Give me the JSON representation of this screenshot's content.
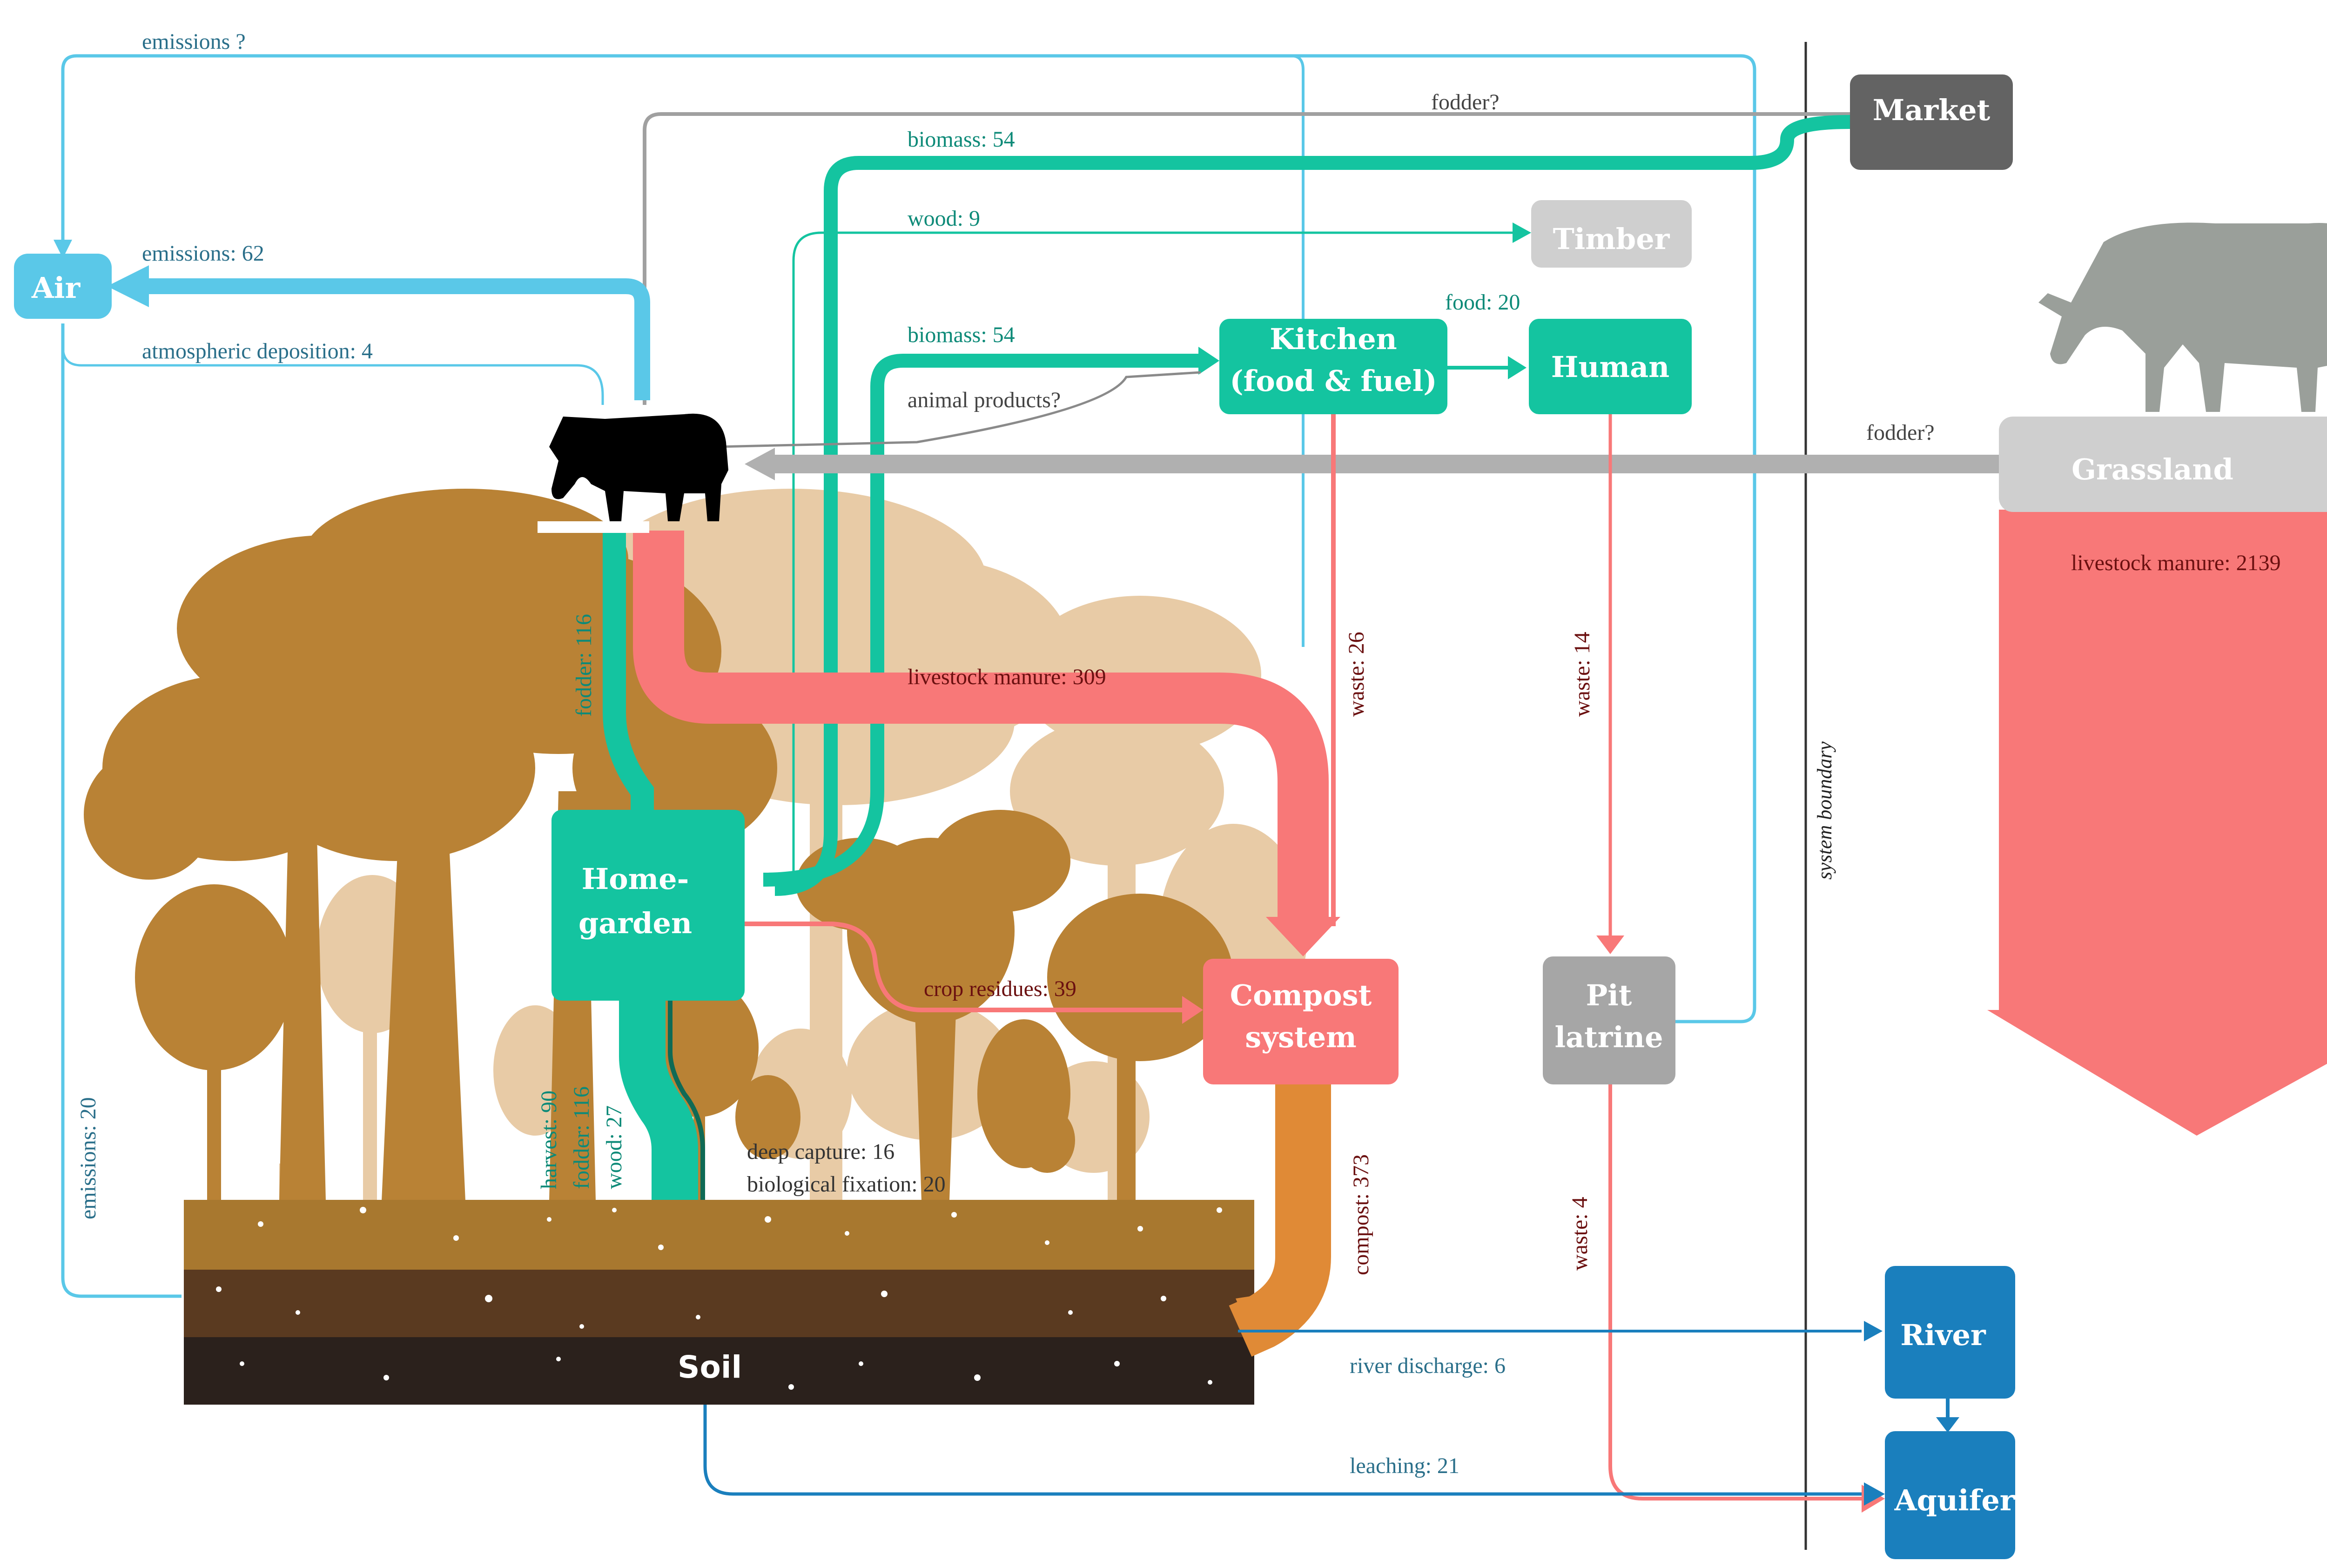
{
  "nodes": {
    "air": "Air",
    "market": "Market",
    "timber": "Timber",
    "kitchen_line1": "Kitchen",
    "kitchen_line2": "(food & fuel)",
    "human": "Human",
    "grassland": "Grassland",
    "homegarden_line1": "Home-",
    "homegarden_line2": "garden",
    "compost_line1": "Compost",
    "compost_line2": "system",
    "pit_line1": "Pit",
    "pit_line2": "latrine",
    "soil": "Soil",
    "river": "River",
    "aquifer": "Aquifer"
  },
  "flows": {
    "emissions_q": "emissions ?",
    "fodder_market": "fodder?",
    "biomass_market": "biomass: 54",
    "wood_timber": "wood: 9",
    "emissions_air": "emissions: 62",
    "food_human": "food: 20",
    "atm_deposition": "atmospheric deposition: 4",
    "biomass_kitchen": "biomass: 54",
    "animal_products": "animal products?",
    "fodder_grassland": "fodder?",
    "livestock_manure_grassland": "livestock manure: 2139",
    "fodder_116_top": "fodder: 116",
    "livestock_manure_309": "livestock manure: 309",
    "waste_26": "waste: 26",
    "waste_14": "waste: 14",
    "crop_residues": "crop residues: 39",
    "harvest_90": "harvest: 90",
    "fodder_116_bottom": "fodder: 116",
    "wood_27": "wood: 27",
    "deep_capture": "deep capture: 16",
    "bio_fixation": "biological fixation: 20",
    "compost_373": "compost: 373",
    "emissions_20": "emissions: 20",
    "waste_4": "waste: 4",
    "river_discharge": "river discharge: 6",
    "leaching": "leaching: 21"
  },
  "boundary": {
    "label": "system boundary"
  },
  "colors": {
    "air_blue": "#5ac8e8",
    "teal": "#14c4a0",
    "salmon": "#f87878",
    "gray_node": "#a6a6a6",
    "dark_gray_node": "#636363",
    "compost_orange": "#e08a36",
    "river_blue": "#1a7fbd",
    "tree_brown": "#b98235",
    "tree_light": "#e8cba6",
    "soil_top": "#a8782f",
    "soil_mid": "#5a3a20",
    "soil_bottom": "#2b211c",
    "label_dark_red": "#6b1010",
    "label_teal": "#0d8a78",
    "label_blue": "#2a6f8a"
  },
  "icons": {
    "livestock": "cow-silhouette-icon",
    "grassland_cow": "cow-silhouette-icon"
  }
}
